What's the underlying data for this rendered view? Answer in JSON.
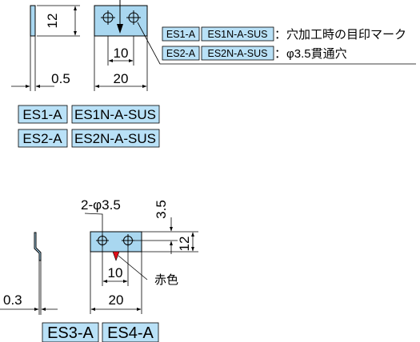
{
  "colors": {
    "part_fill": "#a9d7f0",
    "label_fill": "#b9e1f7",
    "line": "#000000",
    "marker_red": "#e0101a"
  },
  "top": {
    "dim_thickness": "0.5",
    "dim_height": "12",
    "dim_hole_pitch": "10",
    "dim_width": "20",
    "models": [
      {
        "a": "ES1-A",
        "b": "ES1N-A-SUS"
      },
      {
        "a": "ES2-A",
        "b": "ES2N-A-SUS"
      }
    ],
    "notes": [
      {
        "a": "ES1-A",
        "b": "ES1N-A-SUS",
        "text": "：穴加工時の目印マーク"
      },
      {
        "a": "ES2-A",
        "b": "ES2N-A-SUS",
        "text": "：φ3.5貫通穴"
      }
    ]
  },
  "bottom": {
    "dim_thickness": "0.3",
    "dim_hole_spec": "2-φ3.5",
    "dim_hole_offset": "3.5",
    "dim_height": "12",
    "dim_hole_pitch": "10",
    "dim_width": "20",
    "red_label": "赤色",
    "models": [
      "ES3-A",
      "ES4-A"
    ]
  }
}
